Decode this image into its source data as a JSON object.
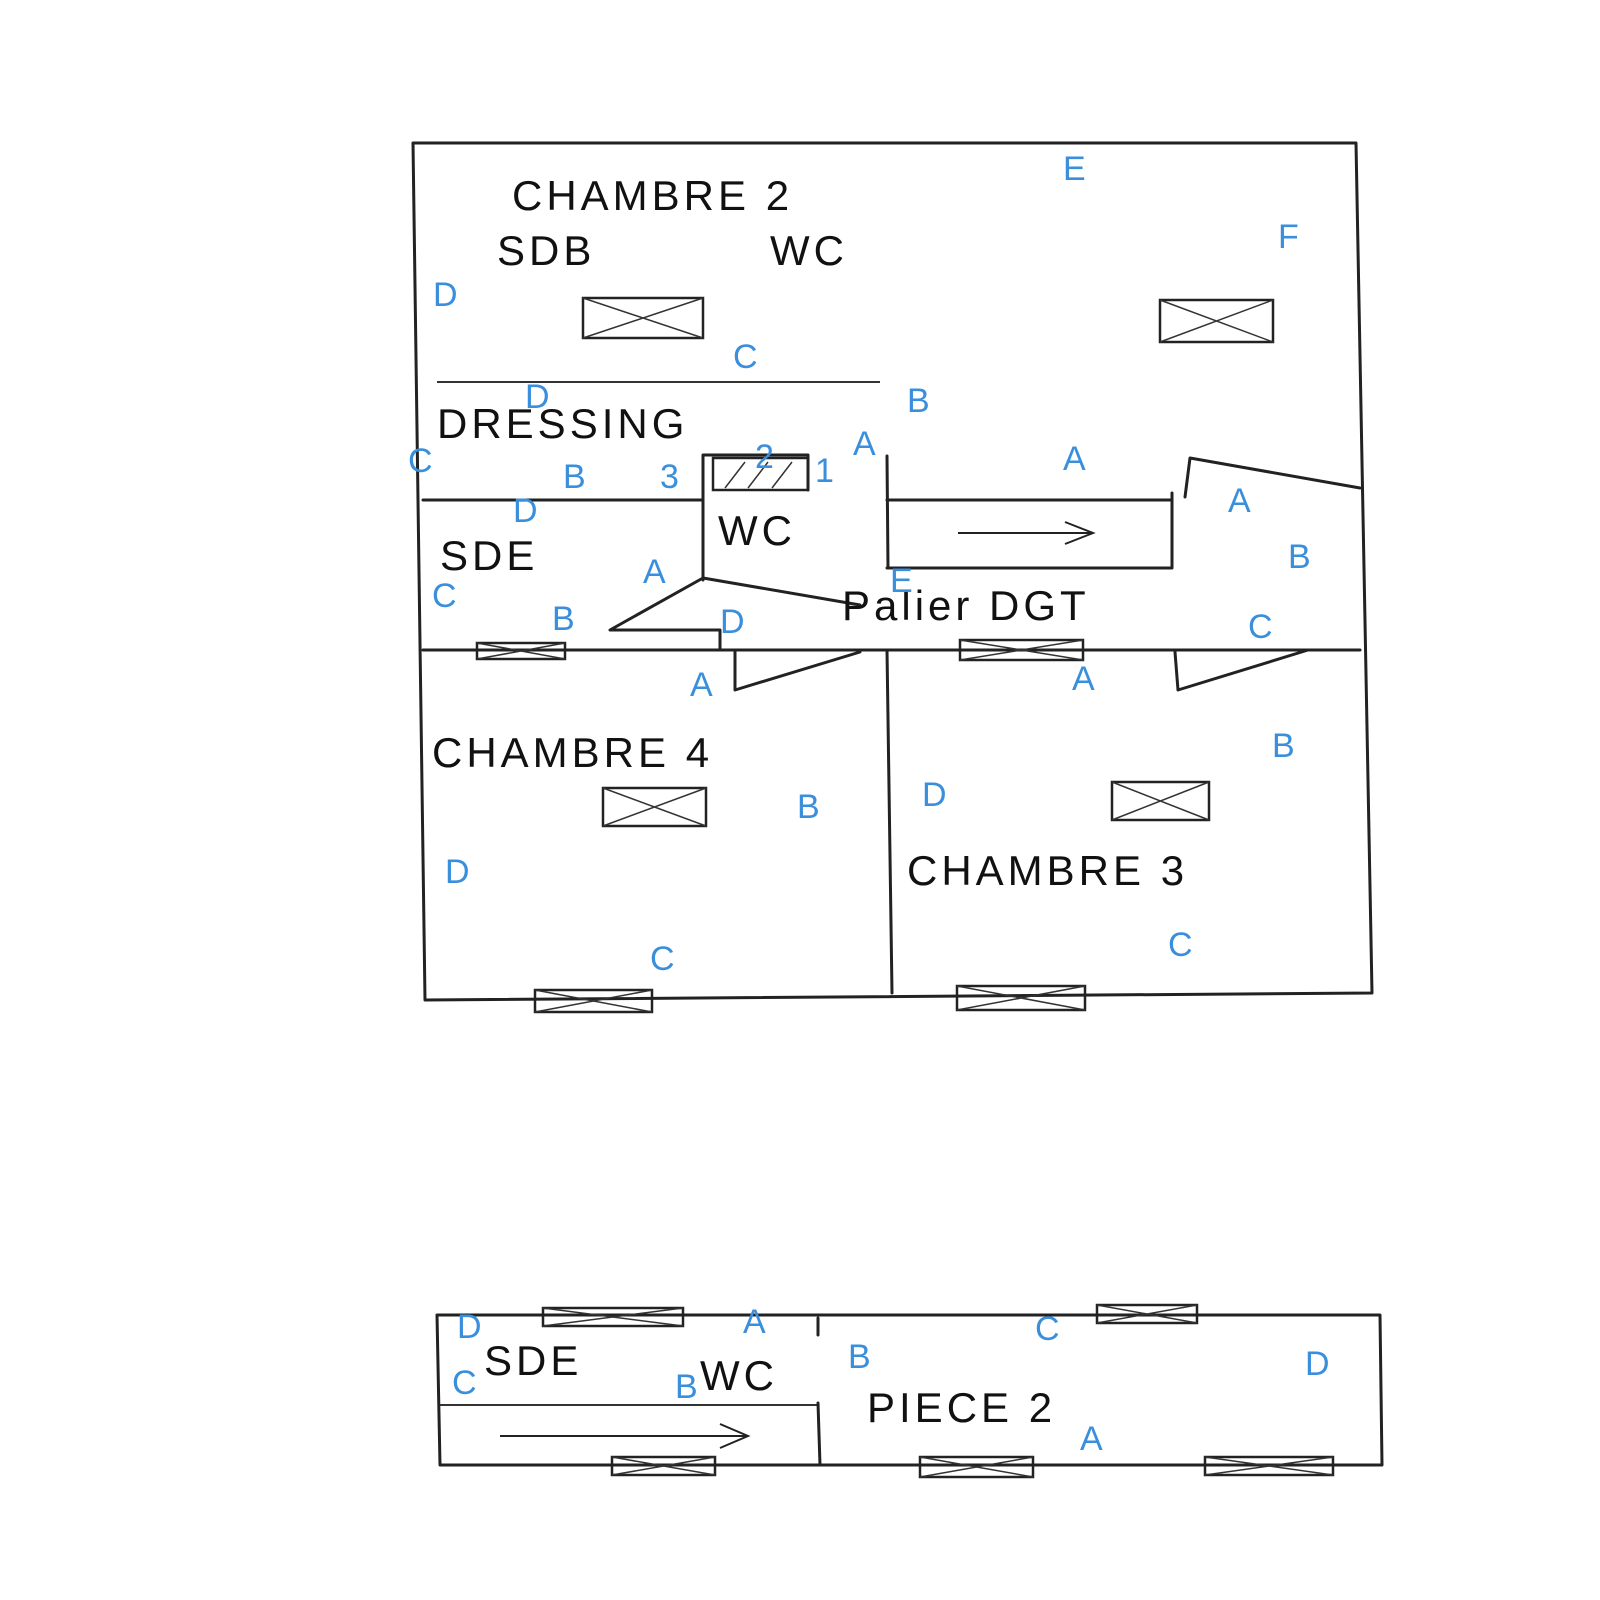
{
  "rooms": {
    "chambre2": "CHAMBRE 2",
    "sdb": "SDB",
    "wc_top": "WC",
    "dressing": "DRESSING",
    "wc_mid": "WC",
    "sde_mid": "SDE",
    "palier": "Palier DGT",
    "chambre4": "CHAMBRE 4",
    "chambre3": "CHAMBRE 3",
    "sde_bottom": "SDE",
    "wc_bottom": "WC",
    "piece2": "PIECE 2"
  },
  "marks": {
    "e_top": "E",
    "f_top": "F",
    "d_c2": "D",
    "c_c2": "C",
    "b_c2": "B",
    "d_dress": "D",
    "a_dress": "A",
    "c_dress": "C",
    "b_dress": "B",
    "n3": "3",
    "n2": "2",
    "n1": "1",
    "a_hall": "A",
    "a_hall2": "A",
    "b_hall": "B",
    "d_sde": "D",
    "a_sde": "A",
    "c_sde": "C",
    "b_sde": "B",
    "d_sde2": "D",
    "e_wc": "E",
    "c_hall": "C",
    "a_c4": "A",
    "a_c3": "A",
    "b_c3": "B",
    "b_c4": "B",
    "d_c3": "D",
    "d_c4": "D",
    "c_c4": "C",
    "c_c3": "C",
    "d_bot": "D",
    "a_bot": "A",
    "c_bot": "C",
    "b_bot": "B",
    "c_bot2": "C",
    "b_bot2": "B",
    "d_bot2": "D",
    "a_bot2": "A"
  },
  "colors": {
    "marks": "#3a8fdc",
    "walls": "#222222"
  }
}
